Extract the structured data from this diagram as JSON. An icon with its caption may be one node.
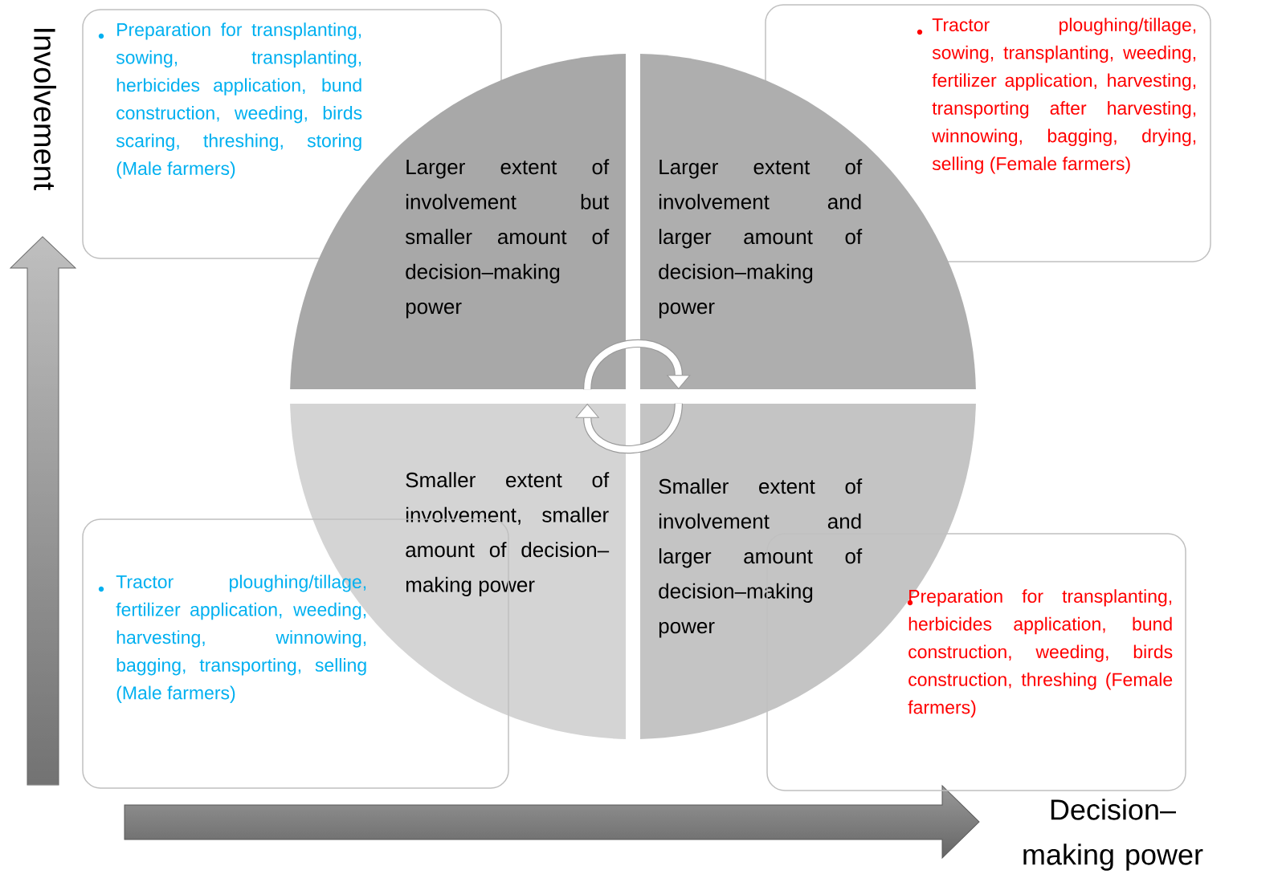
{
  "diagram": {
    "nodes": [
      {
        "text": [
          "Preparation for transplanting, sowing, transplanting, herbicides application, bund construction, weeding, birds scaring, threshing, storing (Male farmers)"
        ]
      },
      {
        "text": [
          "Tractor ploughing/tillage, sowing, transplanting, weeding, fertilizer application, harvesting, transporting after harvesting, winnowing, bagging, drying, selling (Female farmers)"
        ]
      },
      {
        "text": [
          "Larger extent of involvement but smaller amount of decision–making power"
        ]
      },
      {
        "text": [
          "Larger extent of involvement and larger amount of decision–making power"
        ]
      },
      {
        "text": [
          "Smaller extent of involvement, smaller amount of decision–making power"
        ]
      },
      {
        "text": [
          "Smaller extent of involvement and larger amount of decision–making power"
        ]
      },
      {
        "text": [
          "Tractor ploughing/tillage, fertilizer application, weeding, harvesting, winnowing, bagging, transporting, selling (Male farmers)"
        ]
      },
      {
        "text": [
          "Preparation for transplanting, herbicides application, bund construction, weeding, birds construction, threshing (Female farmers)"
        ]
      }
    ],
    "edges": [
      {
        "from": 2,
        "to": 3,
        "arrow": "to"
      },
      {
        "from": 5,
        "to": 4,
        "arrow": "to"
      }
    ],
    "labels": [
      "Involvement",
      "Decision–making power"
    ]
  }
}
